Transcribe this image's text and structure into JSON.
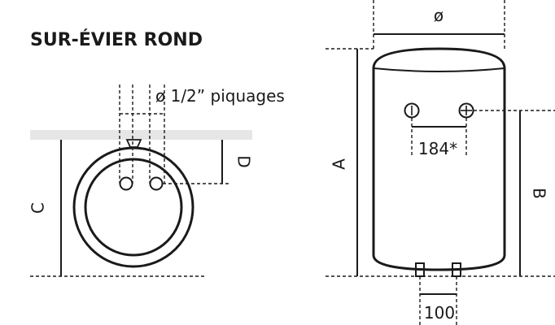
{
  "title": "SUR-ÉVIER ROND",
  "labels": {
    "piquages": "ø 1/2” piquages",
    "diameter": "ø",
    "dim_a": "A",
    "dim_b": "B",
    "dim_c": "C",
    "dim_d": "D",
    "dim_184": "184*",
    "dim_100": "100"
  },
  "colors": {
    "line": "#1a1a1a",
    "shelf": "#e6e6e6",
    "background": "#ffffff"
  }
}
